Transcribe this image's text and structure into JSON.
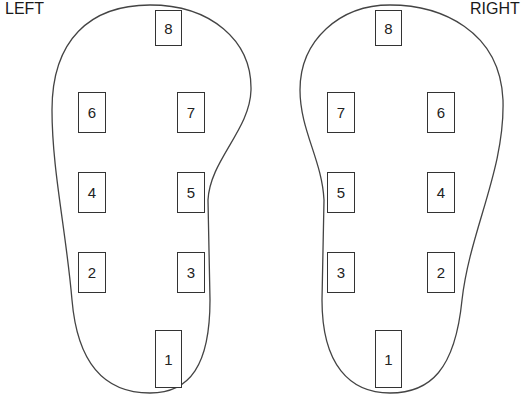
{
  "diagram": {
    "nodes": [
      {
        "text": [
          "LEFT"
        ]
      },
      {
        "text": [
          "8"
        ],
        "in": 0
      },
      {
        "text": [
          "6"
        ],
        "in": 0
      },
      {
        "text": [
          "7"
        ],
        "in": 0
      },
      {
        "text": [
          "4"
        ],
        "in": 0
      },
      {
        "text": [
          "5"
        ],
        "in": 0
      },
      {
        "text": [
          "2"
        ],
        "in": 0
      },
      {
        "text": [
          "3"
        ],
        "in": 0
      },
      {
        "text": [
          "1"
        ],
        "in": 0
      },
      {
        "text": [
          "RIGHT"
        ]
      },
      {
        "text": [
          "8"
        ],
        "in": 9
      },
      {
        "text": [
          "7"
        ],
        "in": 9
      },
      {
        "text": [
          "6"
        ],
        "in": 9
      },
      {
        "text": [
          "5"
        ],
        "in": 9
      },
      {
        "text": [
          "4"
        ],
        "in": 9
      },
      {
        "text": [
          "3"
        ],
        "in": 9
      },
      {
        "text": [
          "2"
        ],
        "in": 9
      },
      {
        "text": [
          "1"
        ],
        "in": 9
      }
    ]
  }
}
